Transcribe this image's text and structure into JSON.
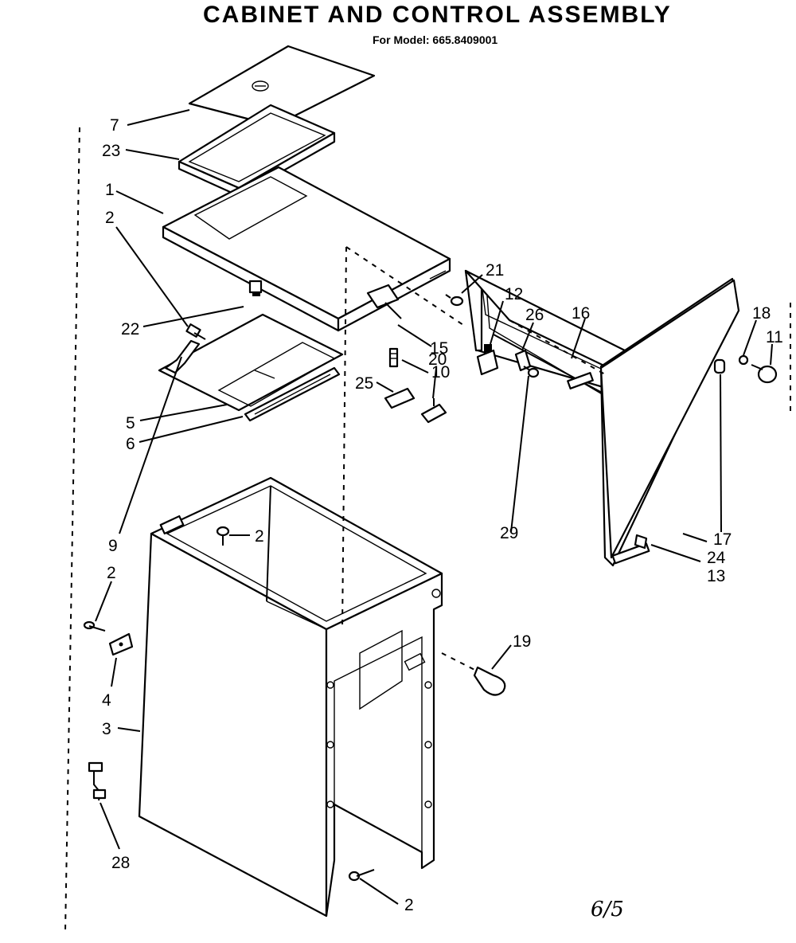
{
  "header": {
    "title": "CABINET AND CONTROL ASSEMBLY",
    "subtitle": "For Model: 665.8409001"
  },
  "callouts": {
    "c7": "7",
    "c23": "23",
    "c1": "1",
    "c2_top": "2",
    "c5": "5",
    "c6": "6",
    "c22": "22",
    "c9": "9",
    "c2_inner": "2",
    "c2_left": "2",
    "c4": "4",
    "c3": "3",
    "c28": "28",
    "c2_bottom": "2",
    "c21": "21",
    "c12": "12",
    "c26": "26",
    "c16": "16",
    "c20": "20",
    "c25": "25",
    "c15": "15",
    "c10": "10",
    "c29": "29",
    "c18": "18",
    "c11": "11",
    "c17": "17",
    "c24": "24",
    "c13": "13",
    "c19": "19"
  },
  "footer": {
    "handwritten_note": "6/5"
  }
}
